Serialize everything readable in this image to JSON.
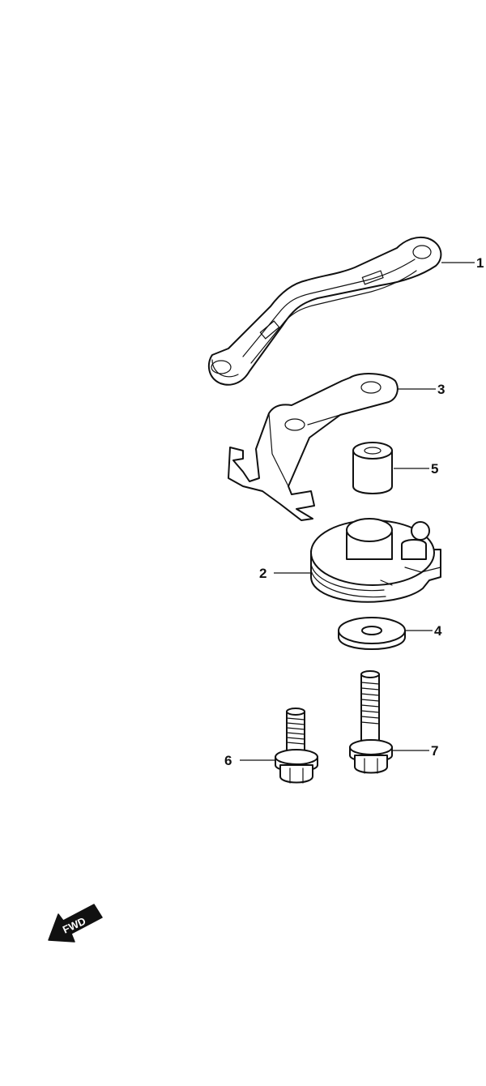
{
  "callouts": [
    {
      "id": "c1",
      "label": "1"
    },
    {
      "id": "c2",
      "label": "2"
    },
    {
      "id": "c3",
      "label": "3"
    },
    {
      "id": "c4",
      "label": "4"
    },
    {
      "id": "c5",
      "label": "5"
    },
    {
      "id": "c6",
      "label": "6"
    },
    {
      "id": "c7",
      "label": "7"
    }
  ],
  "fwd_label": "FWD",
  "colors": {
    "line": "#111111",
    "background": "#ffffff"
  }
}
